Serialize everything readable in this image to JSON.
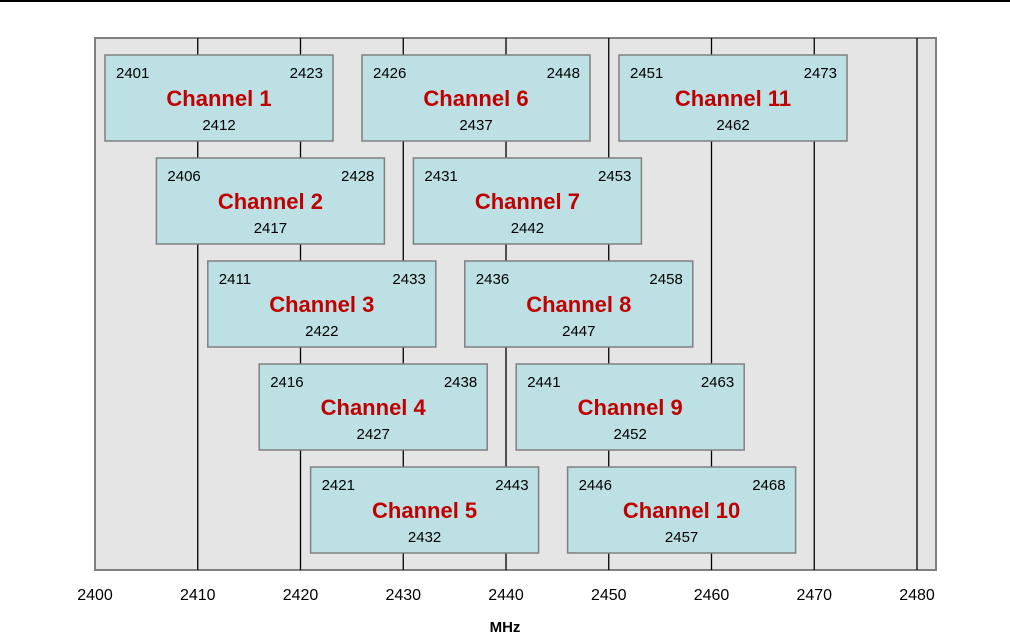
{
  "colors": {
    "plot_background": "#E5E5E5",
    "plot_border": "#808080",
    "gridline": "#000000",
    "channel_fill": "#BCE0E3",
    "channel_border": "#808080",
    "channel_label": "#C00000",
    "frequency_text": "#000000",
    "rule": "#000000"
  },
  "chart_data": {
    "type": "diagram",
    "xlabel": "MHz",
    "xlim": [
      2400,
      2482
    ],
    "ticks": [
      2400,
      2410,
      2420,
      2430,
      2440,
      2450,
      2460,
      2470,
      2480
    ],
    "tick_labels": [
      "2400",
      "2410",
      "2420",
      "2430",
      "2440",
      "2450",
      "2460",
      "2470",
      "2480"
    ],
    "gridlines": [
      2410,
      2420,
      2430,
      2440,
      2450,
      2460,
      2470,
      2480
    ],
    "channels": [
      {
        "name": "Channel 1",
        "low": "2401",
        "high": "2423",
        "center": "2412"
      },
      {
        "name": "Channel 2",
        "low": "2406",
        "high": "2428",
        "center": "2417"
      },
      {
        "name": "Channel 3",
        "low": "2411",
        "high": "2433",
        "center": "2422"
      },
      {
        "name": "Channel 4",
        "low": "2416",
        "high": "2438",
        "center": "2427"
      },
      {
        "name": "Channel 5",
        "low": "2421",
        "high": "2443",
        "center": "2432"
      },
      {
        "name": "Channel 6",
        "low": "2426",
        "high": "2448",
        "center": "2437"
      },
      {
        "name": "Channel 7",
        "low": "2431",
        "high": "2453",
        "center": "2442"
      },
      {
        "name": "Channel 8",
        "low": "2436",
        "high": "2458",
        "center": "2447"
      },
      {
        "name": "Channel 9",
        "low": "2441",
        "high": "2463",
        "center": "2452"
      },
      {
        "name": "Channel 10",
        "low": "2446",
        "high": "2468",
        "center": "2457"
      },
      {
        "name": "Channel 11",
        "low": "2451",
        "high": "2473",
        "center": "2462"
      }
    ]
  }
}
